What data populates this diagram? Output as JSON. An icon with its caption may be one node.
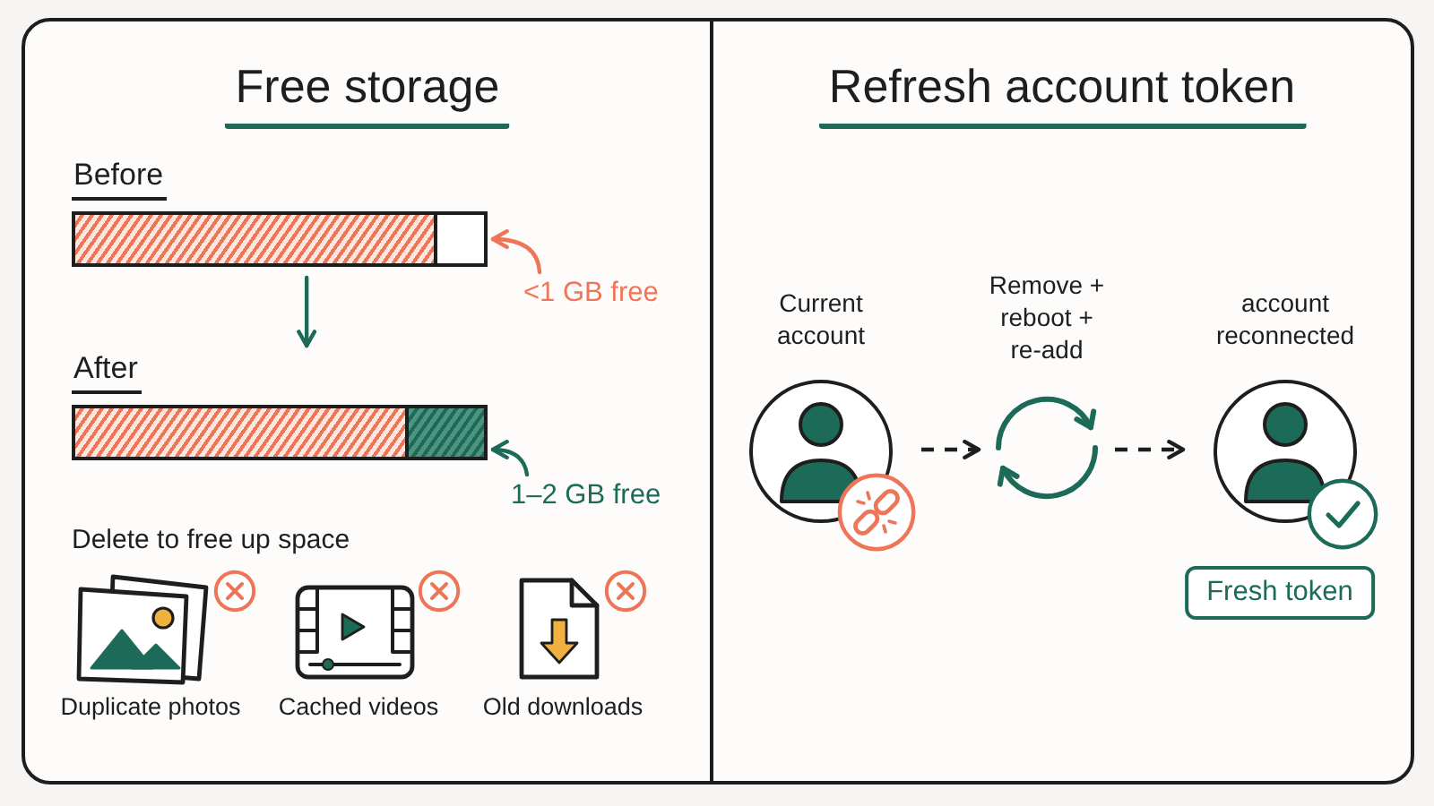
{
  "diagram": {
    "nodes": [
      {
        "text": [
          "Free storage"
        ]
      },
      {
        "text": [
          "Refresh account token"
        ]
      },
      {
        "text": [
          "Before"
        ],
        "in": 0
      },
      {
        "text": [],
        "shape": "bar",
        "in": 2
      },
      {
        "text": [
          "<1 GB free"
        ],
        "in": 0
      },
      {
        "text": [
          "After"
        ],
        "in": 0
      },
      {
        "text": [],
        "shape": "bar",
        "in": 5
      },
      {
        "text": [
          "1–2 GB free"
        ],
        "in": 0
      },
      {
        "text": [
          "Current account"
        ],
        "in": 1
      },
      {
        "text": [
          "Remove + reboot + re-add"
        ],
        "in": 1
      },
      {
        "text": [
          "account reconnected"
        ],
        "in": 1
      },
      {
        "text": [
          "Fresh token"
        ],
        "in": 1
      }
    ],
    "edges": [
      {
        "from": 2,
        "to": 5,
        "arrow": "to",
        "color": "#1c6a58"
      },
      {
        "from": 4,
        "to": 3,
        "arrow": "to",
        "color": "#ee7557"
      },
      {
        "from": 7,
        "to": 6,
        "arrow": "to",
        "color": "#1c6a58"
      },
      {
        "from": 8,
        "to": 9,
        "arrow": "to",
        "style": "dashed"
      },
      {
        "from": 9,
        "to": 10,
        "arrow": "to",
        "style": "dashed"
      }
    ],
    "labels": [
      "Delete to free up space",
      "Duplicate photos",
      "Cached videos",
      "Old downloads"
    ]
  }
}
